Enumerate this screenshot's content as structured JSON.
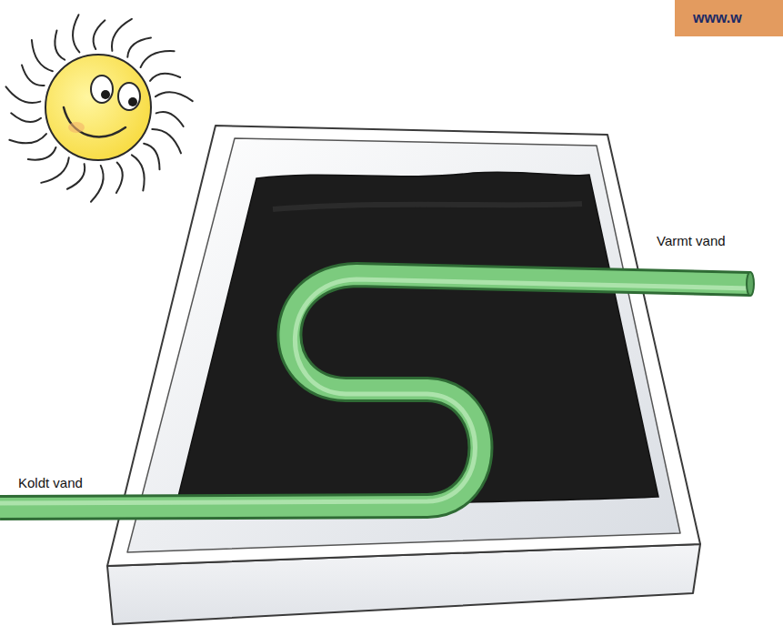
{
  "diagram": {
    "nodes": [
      {
        "text": [
          "www.w"
        ]
      }
    ],
    "labels": [
      "Koldt vand",
      "Varmt vand"
    ]
  }
}
